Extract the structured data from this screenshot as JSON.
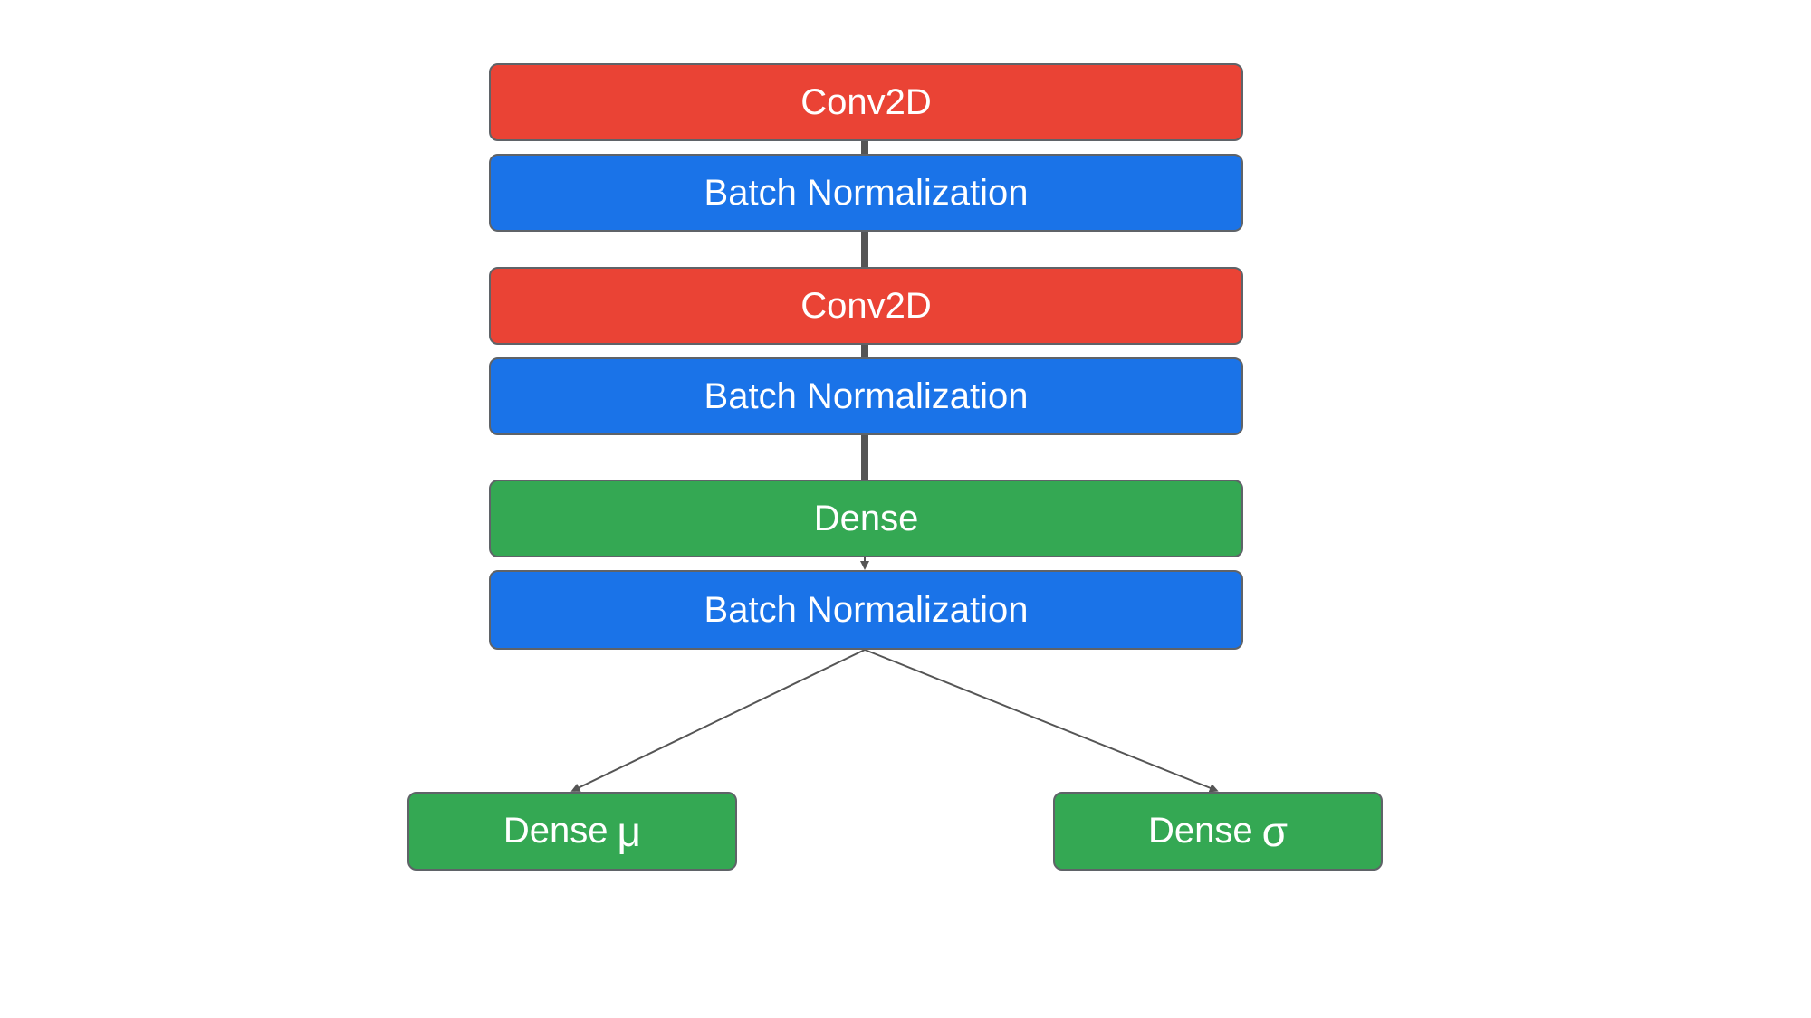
{
  "colors": {
    "conv": "#ea4335",
    "norm": "#1a73e8",
    "dense": "#34a853",
    "connector": "#555555",
    "border": "#5f6368",
    "text": "#ffffff",
    "background": "#ffffff"
  },
  "layers": [
    {
      "label": "Conv2D",
      "kind": "conv"
    },
    {
      "label": "Batch Normalization",
      "kind": "norm"
    },
    {
      "label": "Conv2D",
      "kind": "conv"
    },
    {
      "label": "Batch Normalization",
      "kind": "norm"
    },
    {
      "label": "Dense",
      "kind": "dense"
    },
    {
      "label": "Batch Normalization",
      "kind": "norm"
    }
  ],
  "outputs": [
    {
      "label": "Dense",
      "symbol": "μ",
      "kind": "dense"
    },
    {
      "label": "Dense",
      "symbol": "σ",
      "kind": "dense"
    }
  ]
}
